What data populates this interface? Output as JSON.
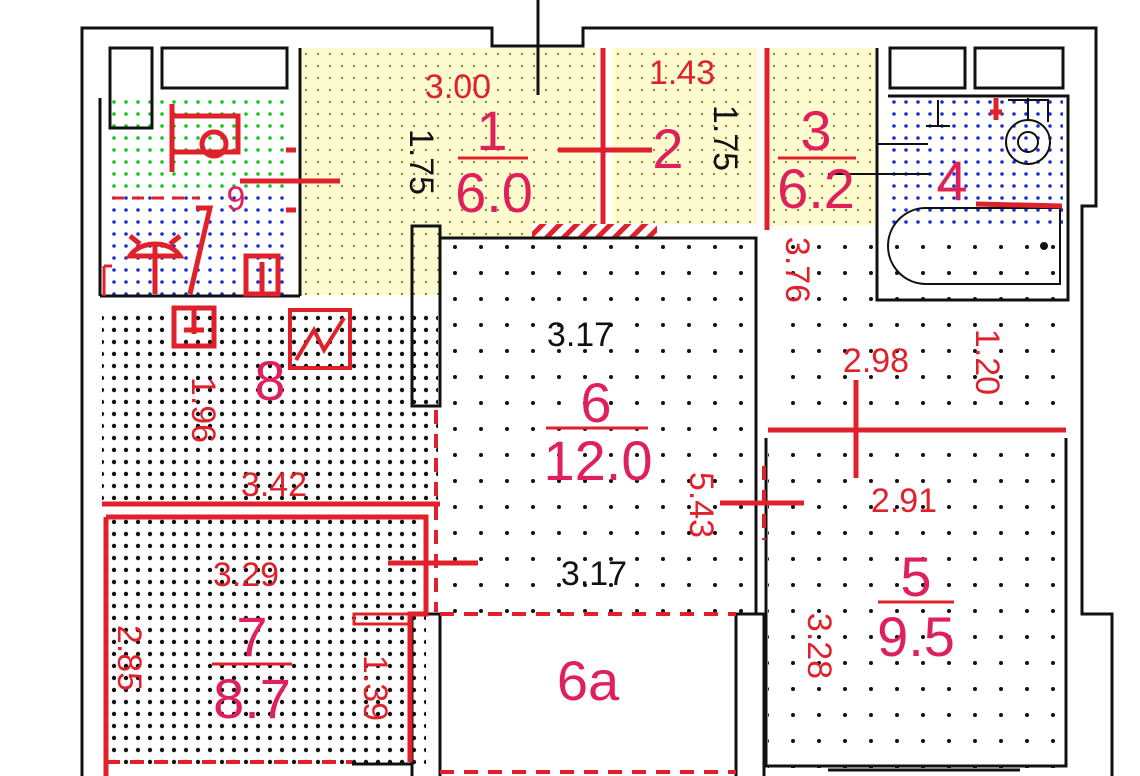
{
  "colors": {
    "wall": "#111111",
    "line_red": "#e0202a",
    "label_pink": "#e0205a",
    "fill_yellow": "#fffbd0",
    "dot_blue": "#1a2fd0",
    "dot_green": "#18c418",
    "dot_black": "#111111"
  },
  "rooms": {
    "r1": {
      "number": "1",
      "area": "6.0",
      "dim_width": "3.00",
      "dim_height": "1.75"
    },
    "r2": {
      "number": "2",
      "dim_width": "1.43",
      "dim_height": "1.75"
    },
    "r3": {
      "number": "3",
      "area": "6.2",
      "dim_length": "3.76"
    },
    "r4": {
      "number": "4"
    },
    "r5": {
      "number": "5",
      "area": "9.5",
      "dim_width": "2.91",
      "dim_height": "3.28"
    },
    "r6": {
      "number": "6",
      "area": "12.0",
      "dim_top": "3.17",
      "dim_bottom": "3.17",
      "dim_height": "5.43"
    },
    "r6a": {
      "number": "6a"
    },
    "r7": {
      "number": "7",
      "area": "8.7",
      "dim_width": "3.29",
      "dim_height": "2.85",
      "dim_niche": "1.39"
    },
    "r8": {
      "number": "8",
      "dim_width": "3.42",
      "dim_height": "1.96"
    },
    "r9": {
      "number": "9"
    },
    "hall": {
      "dim_width": "2.98",
      "dim_height": "1.20"
    }
  }
}
